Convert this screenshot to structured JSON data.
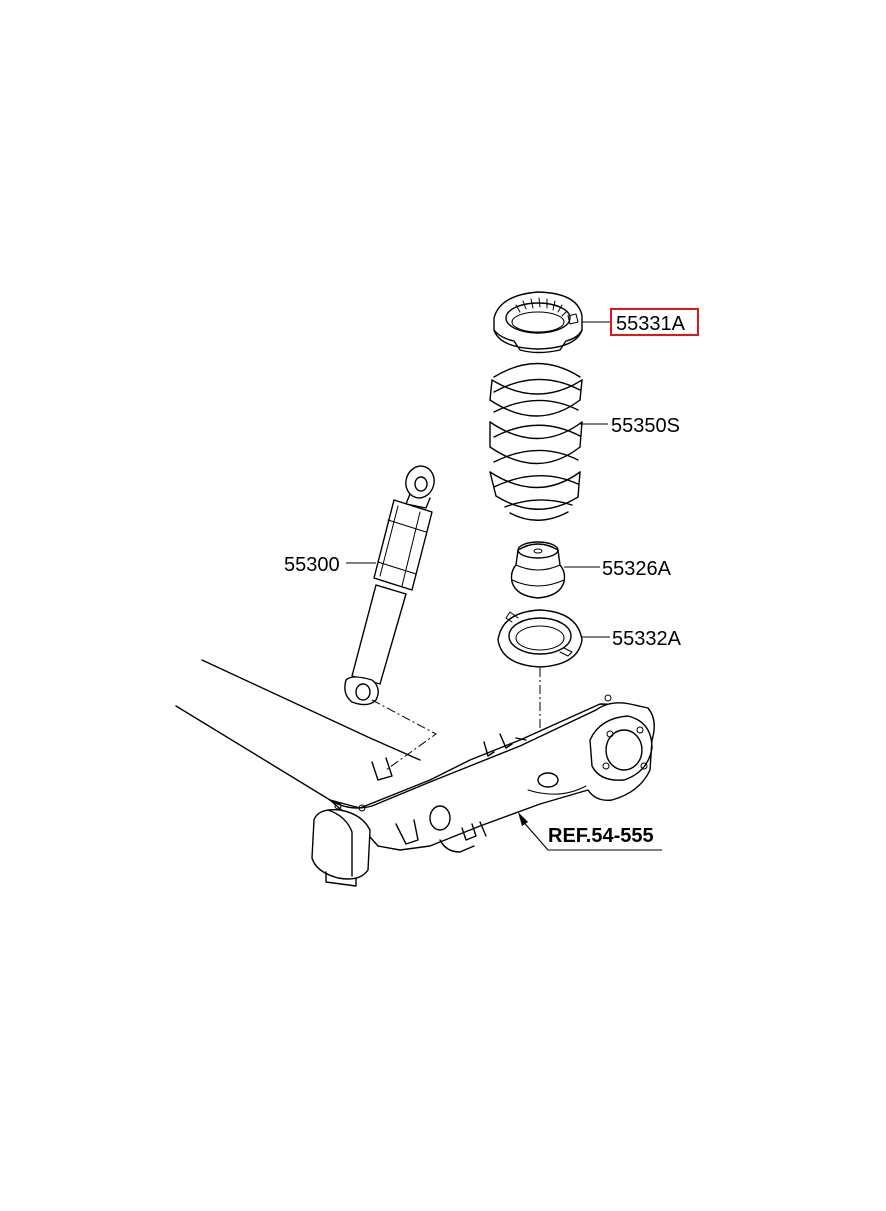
{
  "parts": [
    {
      "key": "upper_spring_pad",
      "label": "55331A",
      "highlighted": true
    },
    {
      "key": "coil_spring",
      "label": "55350S"
    },
    {
      "key": "bumper_stopper",
      "label": "55326A"
    },
    {
      "key": "lower_spring_pad",
      "label": "55332A"
    },
    {
      "key": "shock_absorber",
      "label": "55300"
    }
  ],
  "reference": {
    "label": "REF.54-555"
  },
  "colors": {
    "highlight_box": "#e0161b",
    "line": "#000000",
    "background": "#ffffff"
  }
}
